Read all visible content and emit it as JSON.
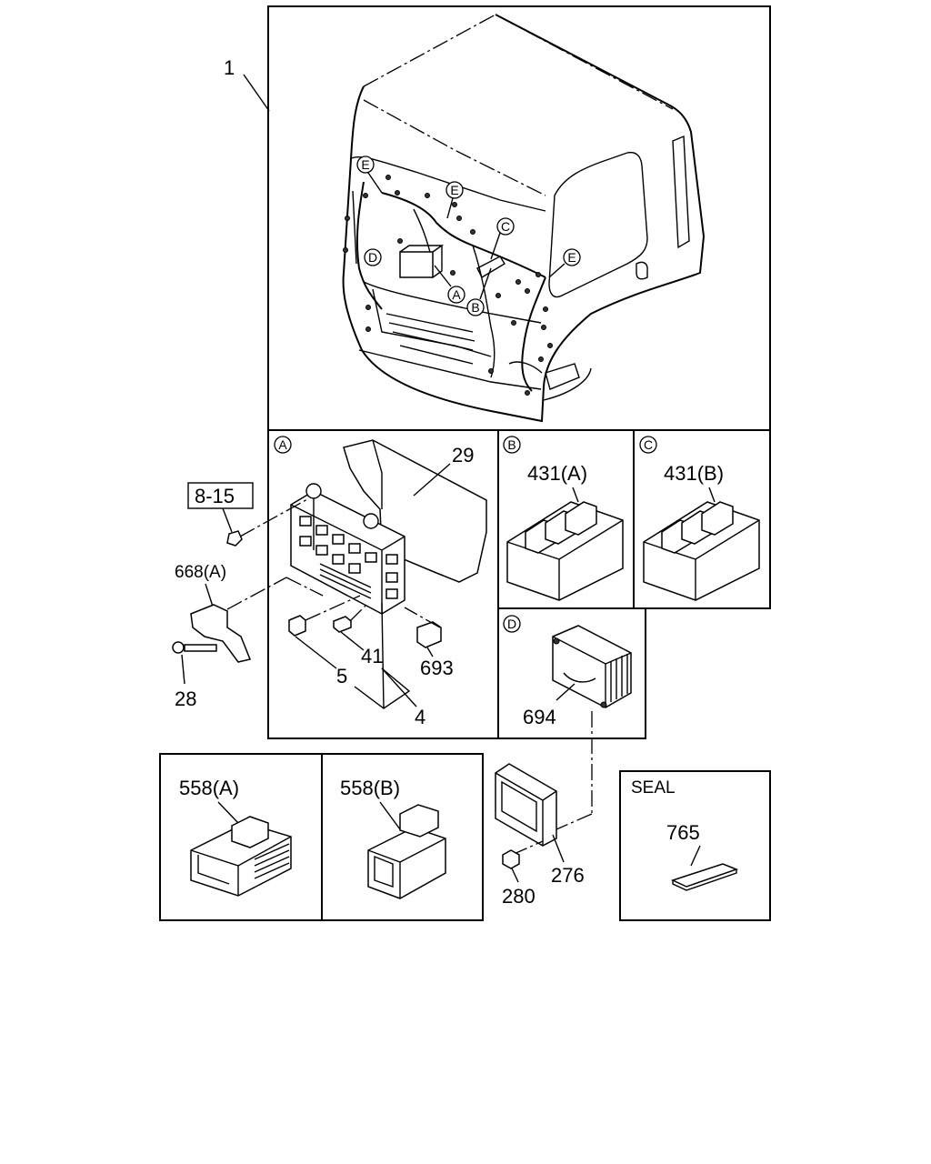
{
  "callouts": {
    "harness": "1",
    "ref_8_15": "8-15",
    "fuse_cover": "29",
    "bracket_668": "668(A)",
    "bolt_28": "28",
    "fuse_5": "5",
    "fuse_41": "41",
    "relay_693": "693",
    "fuse_4": "4",
    "relay_431a": "431(A)",
    "relay_431b": "431(B)",
    "ecu_cover_694": "694",
    "connector_558a": "558(A)",
    "connector_558b": "558(B)",
    "ecu_276": "276",
    "nut_280": "280",
    "seal_title": "SEAL",
    "seal_765": "765"
  },
  "view_markers": {
    "a": "A",
    "b": "B",
    "c": "C",
    "d": "D",
    "e": "E"
  }
}
